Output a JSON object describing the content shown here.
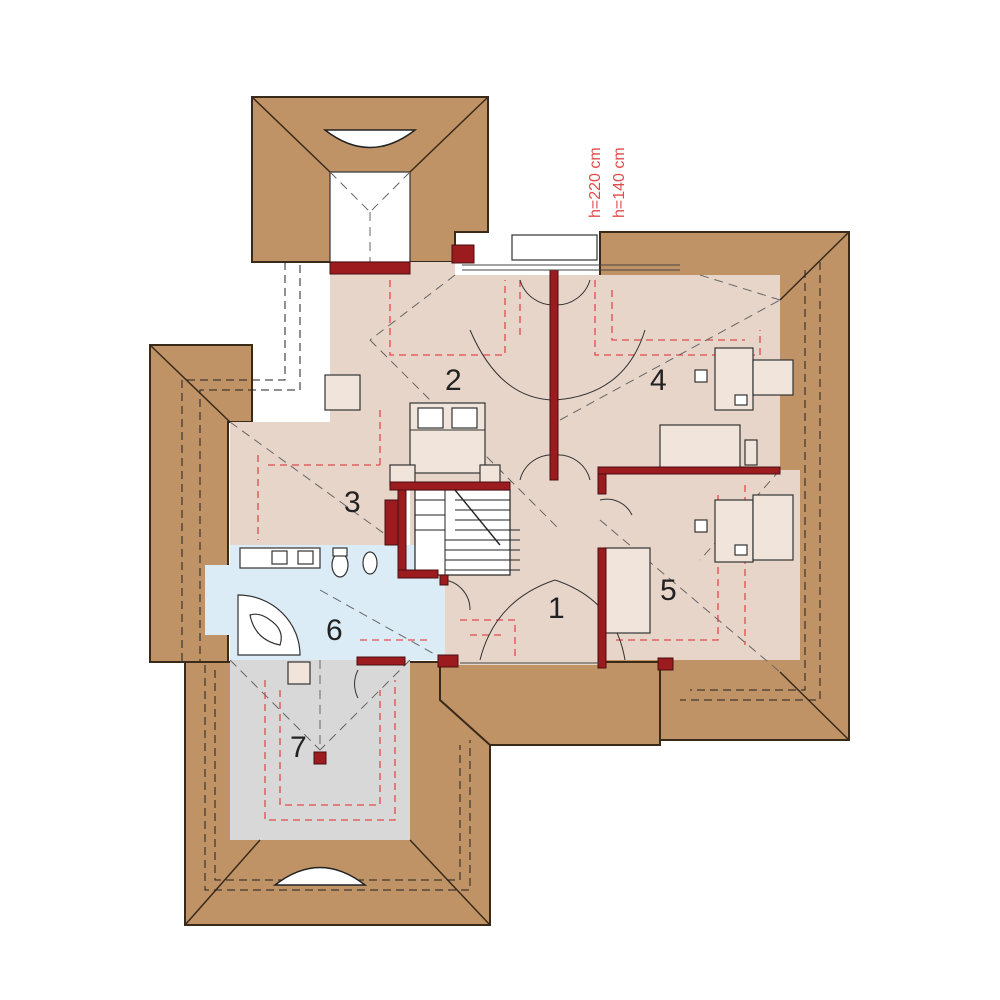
{
  "rooms": [
    {
      "number": "1"
    },
    {
      "number": "2"
    },
    {
      "number": "3"
    },
    {
      "number": "4"
    },
    {
      "number": "5"
    },
    {
      "number": "6"
    },
    {
      "number": "7"
    }
  ],
  "height_labels": {
    "h1": "h=220 cm",
    "h2": "h=140 cm"
  },
  "colors": {
    "roof": "#c09366",
    "floor": "#e7d5c9",
    "bathroom": "#dcecf7",
    "storage": "#d8d8d8",
    "wall": "#9b1b1f",
    "heating_line": "#e24b4b"
  }
}
